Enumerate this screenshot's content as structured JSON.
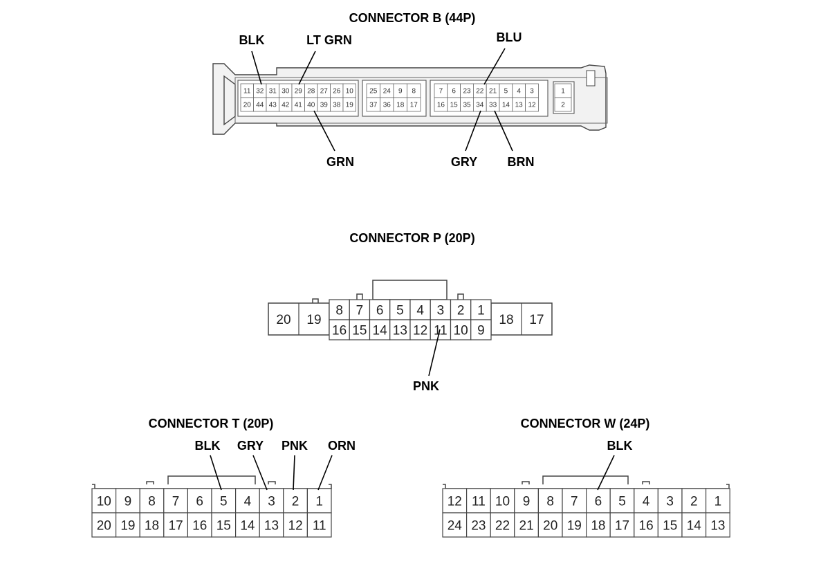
{
  "connectors": {
    "b": {
      "title": "CONNECTOR B (44P)",
      "wires": {
        "blk": "BLK",
        "lt_grn": "LT GRN",
        "grn": "GRN",
        "blu": "BLU",
        "gry": "GRY",
        "brn": "BRN"
      },
      "blocks": [
        {
          "top": [
            "11",
            "32",
            "31",
            "30",
            "29",
            "28",
            "27",
            "26",
            "10"
          ],
          "bottom": [
            "20",
            "44",
            "43",
            "42",
            "41",
            "40",
            "39",
            "38",
            "19"
          ]
        },
        {
          "top": [
            "25",
            "24",
            "9",
            "8"
          ],
          "bottom": [
            "37",
            "36",
            "18",
            "17"
          ]
        },
        {
          "top": [
            "7",
            "6",
            "23",
            "22",
            "21",
            "5",
            "4",
            "3"
          ],
          "bottom": [
            "16",
            "15",
            "35",
            "34",
            "33",
            "14",
            "13",
            "12"
          ]
        },
        {
          "top": [
            "1"
          ],
          "bottom": [
            "2"
          ]
        }
      ]
    },
    "p": {
      "title": "CONNECTOR P (20P)",
      "wires": {
        "pnk": "PNK"
      },
      "left_pins": [
        "20",
        "19"
      ],
      "right_pins": [
        "18",
        "17"
      ],
      "top": [
        "8",
        "7",
        "6",
        "5",
        "4",
        "3",
        "2",
        "1"
      ],
      "bottom": [
        "16",
        "15",
        "14",
        "13",
        "12",
        "11",
        "10",
        "9"
      ]
    },
    "t": {
      "title": "CONNECTOR T (20P)",
      "wires": {
        "blk": "BLK",
        "gry": "GRY",
        "pnk": "PNK",
        "orn": "ORN"
      },
      "top": [
        "10",
        "9",
        "8",
        "7",
        "6",
        "5",
        "4",
        "3",
        "2",
        "1"
      ],
      "bottom": [
        "20",
        "19",
        "18",
        "17",
        "16",
        "15",
        "14",
        "13",
        "12",
        "11"
      ]
    },
    "w": {
      "title": "CONNECTOR W (24P)",
      "wires": {
        "blk": "BLK"
      },
      "top": [
        "12",
        "11",
        "10",
        "9",
        "8",
        "7",
        "6",
        "5",
        "4",
        "3",
        "2",
        "1"
      ],
      "bottom": [
        "24",
        "23",
        "22",
        "21",
        "20",
        "19",
        "18",
        "17",
        "16",
        "15",
        "14",
        "13"
      ]
    }
  }
}
